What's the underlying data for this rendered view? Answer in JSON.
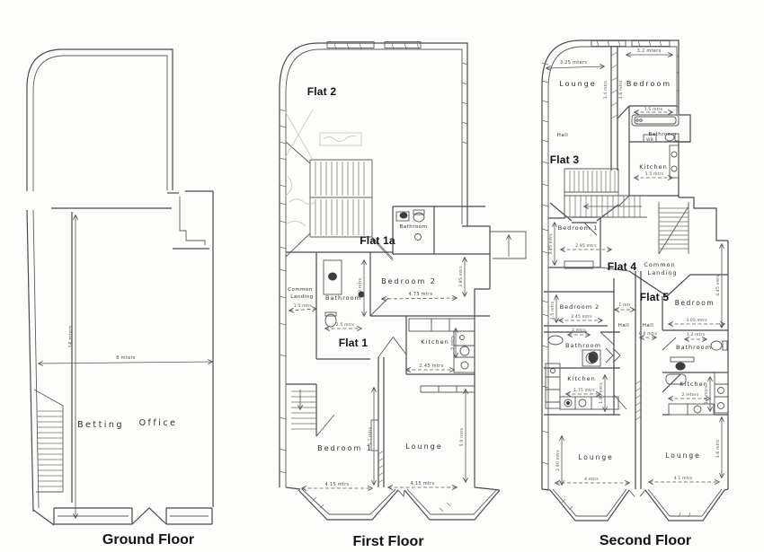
{
  "ground": {
    "caption": "Ground Floor",
    "room_betting": "Betting",
    "room_office": "Office",
    "dim_width": "8 mters",
    "dim_height": "14 mters"
  },
  "first": {
    "caption": "First Floor",
    "flat2": "Flat 2",
    "flat1a": "Flat 1a",
    "flat1": "Flat 1",
    "bathroom_1a": "Bathroom",
    "landing_l1": "Common",
    "landing_l2": "Landing",
    "landing_dim": "1.5 mtrs",
    "bathroom_1": "Bathroom",
    "bathroom_1_dim_w": "2.5 mtrs",
    "bathroom_1_dim_h": "2.2 mtrs",
    "bedroom2": "Bedroom 2",
    "bedroom2_dim_w": "4.75 mtrs",
    "bedroom2_dim_h": "2.85 mtrs",
    "kitchen": "Kitchen",
    "kitchen_dim_w": "2.45 mtrs",
    "kitchen_dim_h": "3 mtrs",
    "bedroom1": "Bedroom 1",
    "bedroom1_dim_w": "4.15 mtrs",
    "wall_dim_h": "5.7 mtrs",
    "lounge": "Lounge",
    "lounge_dim_w": "4.15 mtrs",
    "lounge_dim_h": "5.9 mtrs"
  },
  "second": {
    "caption": "Second Floor",
    "flat3": "Flat 3",
    "flat4": "Flat 4",
    "flat5": "Flat 5",
    "lounge3": "Lounge",
    "lounge3_dim_w": "3.25 mters",
    "lounge3_dim_h": "3.4 mtrs",
    "bedroom3": "Bedroom",
    "bedroom3_dim_w": "3.2 mters",
    "bedroom3_dim_h": "3.6 mtrs",
    "hall3": "Hall",
    "bathroom3": "Bathroom",
    "bathroom3_dim": "1.5 mtrs",
    "bathroom3_wb": "WB",
    "kitchen3": "Kitchen",
    "kitchen3_dim": "1.5 mtrs",
    "bedroom1": "Bedroom 1",
    "bedroom1_dim_w": "2.95 mtrs",
    "bedroom1_dim_h": "3.45 mtrs",
    "landing_l1": "Common",
    "landing_l2": "Landing",
    "bedroom2": "Bedroom 2",
    "bedroom2_dim_w": "2.45 mtrs",
    "bedroom2_dim_h": "2.5 mtrs",
    "hall4": "Hall",
    "hall4_dim": "1 mtr",
    "hall5": "Hall",
    "hall5_dim": "0.9 mtrs",
    "bedroom5": "Bedroom",
    "bedroom5_dim_w": "3.05 mtrs",
    "bedroom5_dim_h": "4.45 mtrs",
    "bathroom4": "Bathroom",
    "bathroom4_dim": "2 mtrs",
    "bathroom5": "Bathroom",
    "bathroom5_dim": "1.2 mtrs",
    "kitchen4": "Kitchen",
    "kitchen4_dim_w": "1.75 mtrs",
    "kitchen4_dim_h": "1.95 mtrs",
    "kitchen5": "Kitchen",
    "kitchen5_dim_w": "2 mters",
    "kitchen5_dim_h": "1.8 mtrs",
    "lounge4": "Lounge",
    "lounge4_dim_w": "4 mtrs",
    "lounge4_dim_h": "2.90 mtrs",
    "lounge5": "Lounge",
    "lounge5_dim_w": "4.1 mtrs",
    "lounge5_dim_h": "3.6 mtrs"
  }
}
